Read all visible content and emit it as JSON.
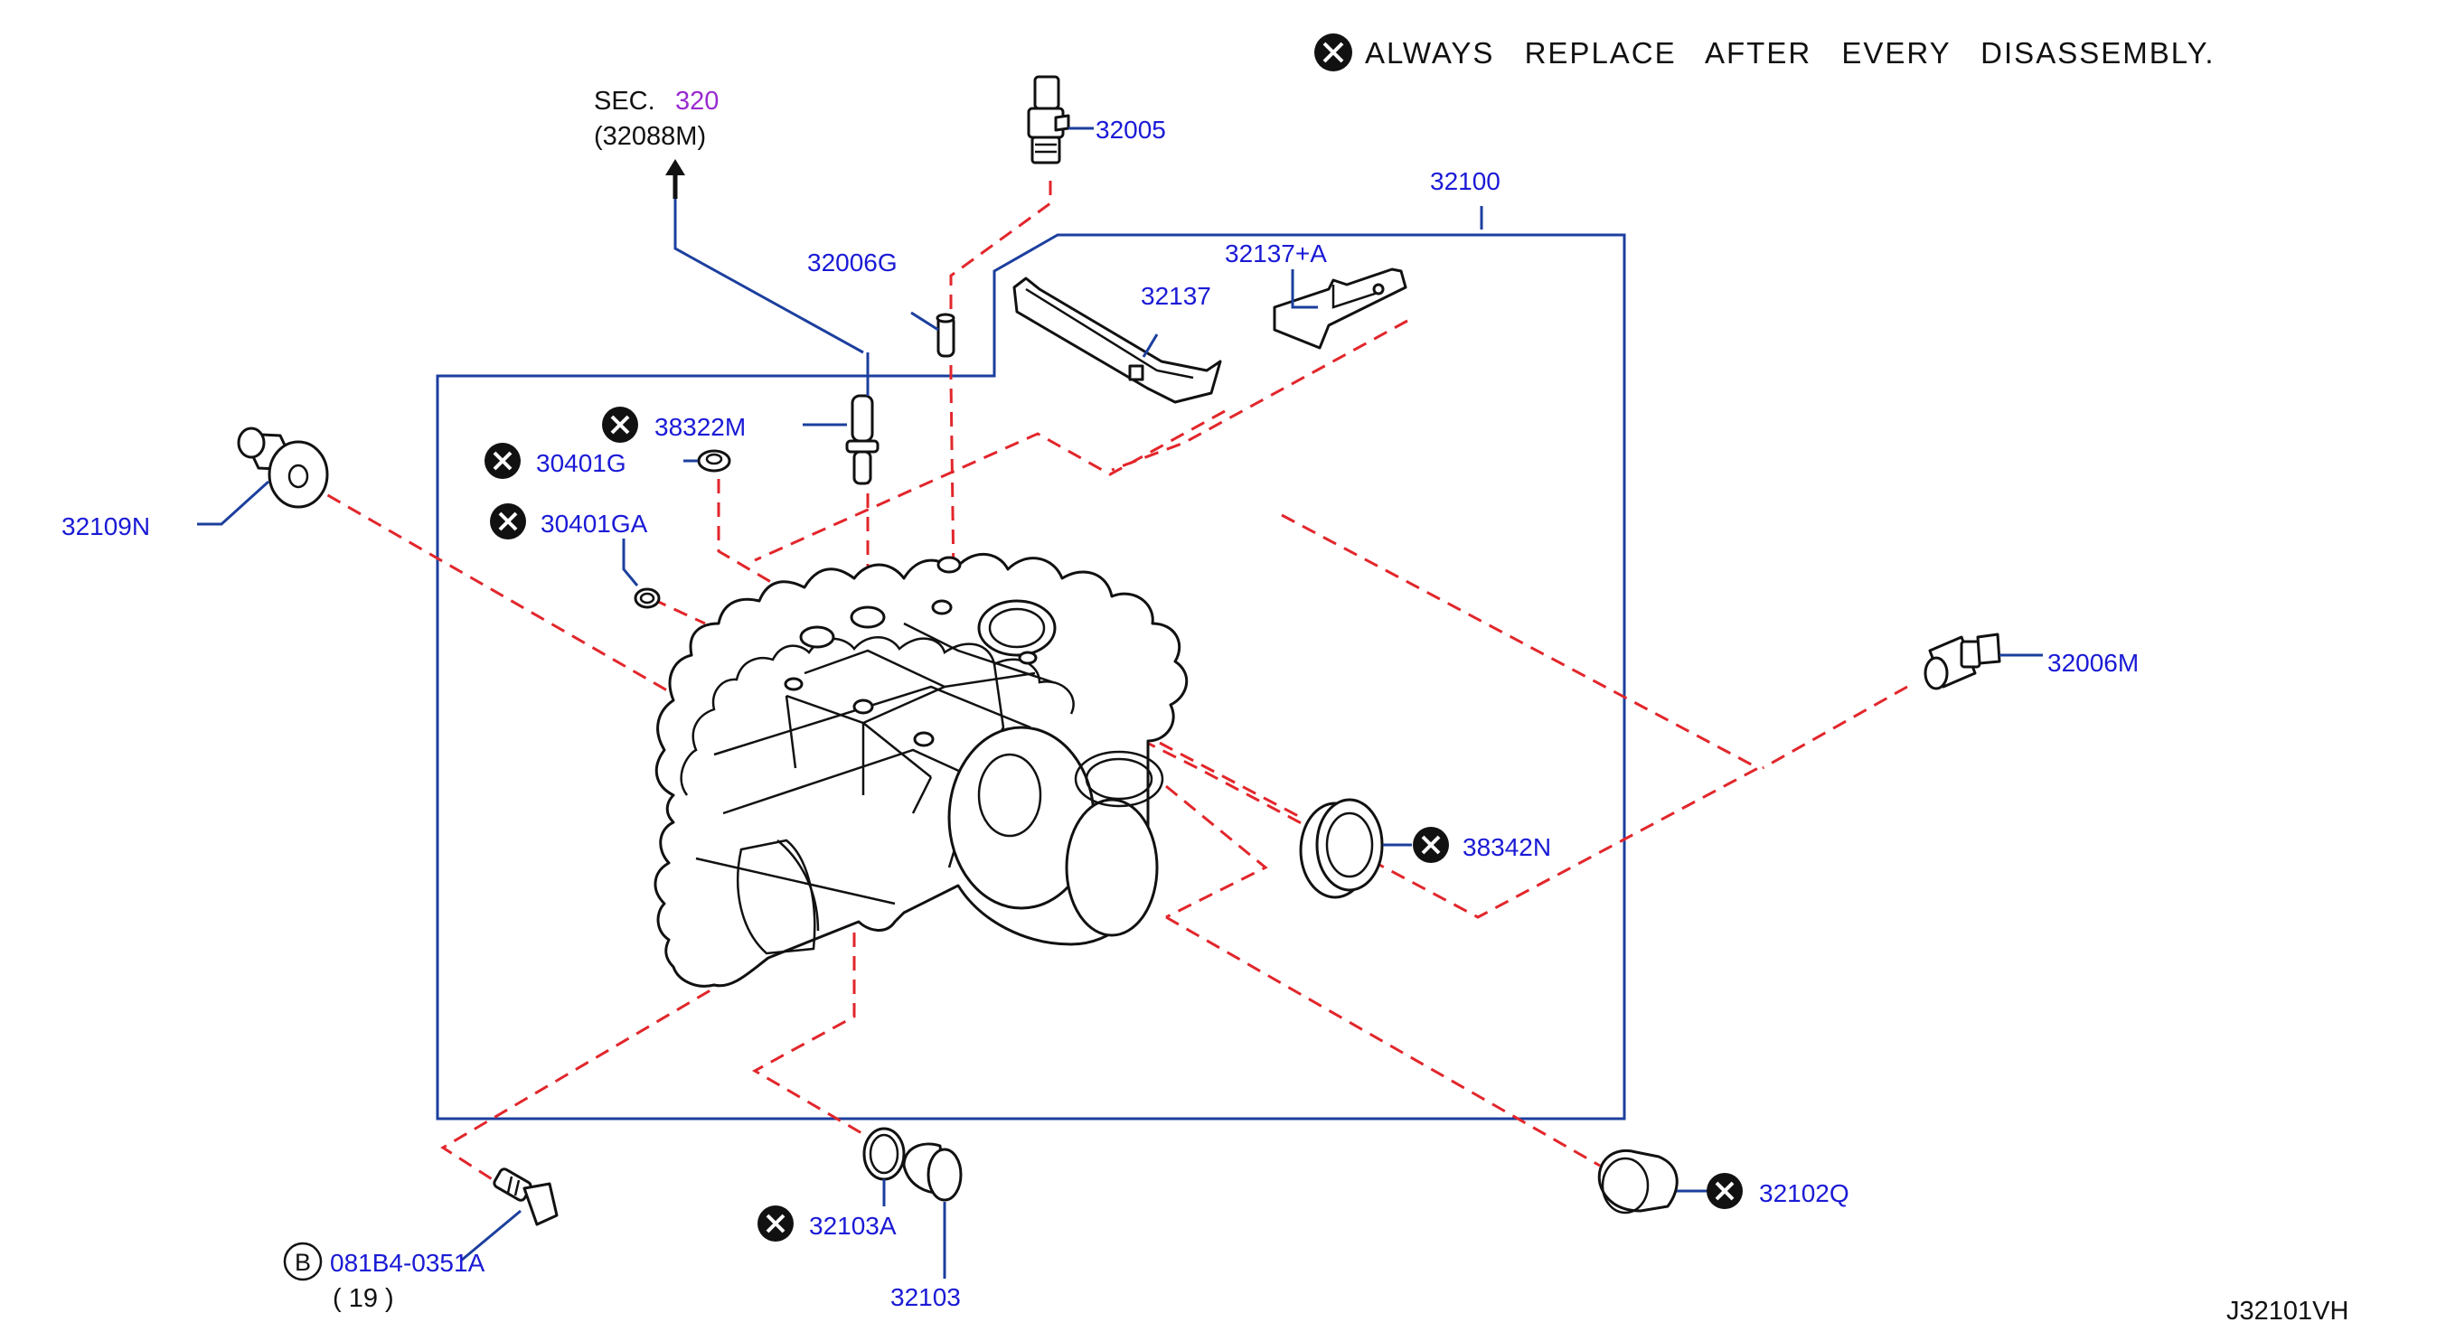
{
  "note": {
    "text": "ALWAYS REPLACE AFTER EVERY DISASSEMBLY."
  },
  "section_ref": {
    "prefix": "SEC.",
    "number": "320",
    "sub": "(32088M)"
  },
  "colors": {
    "label": "#1a1ad6",
    "leader": "#1c3f9e",
    "dashed": "#e2262b",
    "section_number": "#9a2bd0"
  },
  "parts": [
    {
      "id": "p32005",
      "label": "32005",
      "replace": false
    },
    {
      "id": "p32100",
      "label": "32100",
      "replace": false
    },
    {
      "id": "p32006G",
      "label": "32006G",
      "replace": false
    },
    {
      "id": "p32137A",
      "label": "32137+A",
      "replace": false
    },
    {
      "id": "p32137",
      "label": "32137",
      "replace": false
    },
    {
      "id": "p38322M",
      "label": "38322M",
      "replace": true
    },
    {
      "id": "p30401G",
      "label": "30401G",
      "replace": true
    },
    {
      "id": "p30401GA",
      "label": "30401GA",
      "replace": true
    },
    {
      "id": "p32109N",
      "label": "32109N",
      "replace": false
    },
    {
      "id": "p32006M",
      "label": "32006M",
      "replace": false
    },
    {
      "id": "p38342N",
      "label": "38342N",
      "replace": true
    },
    {
      "id": "p32102Q",
      "label": "32102Q",
      "replace": true
    },
    {
      "id": "p32103A",
      "label": "32103A",
      "replace": true
    },
    {
      "id": "p32103",
      "label": "32103",
      "replace": false
    },
    {
      "id": "pbolt",
      "label": "081B4-0351A",
      "qty": "( 19 )",
      "badge": "B",
      "replace": false
    }
  ],
  "diagram_code": "J32101VH"
}
